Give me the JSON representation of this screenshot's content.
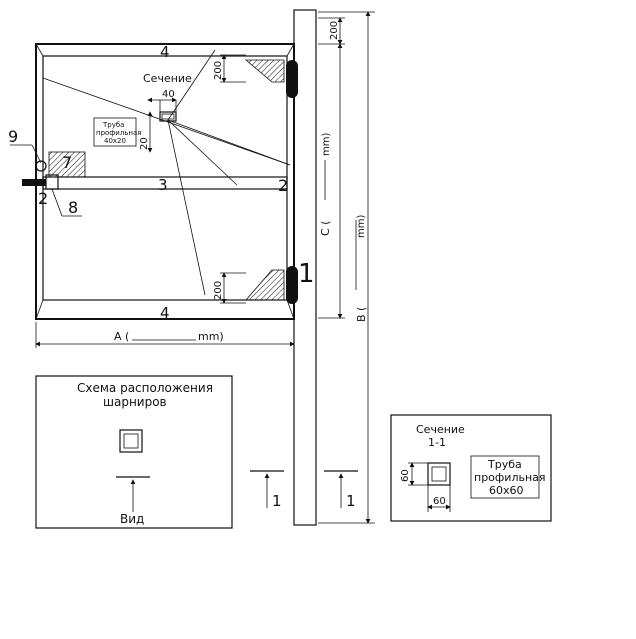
{
  "gate": {
    "top_num": "4",
    "bottom_num": "4",
    "mid_num": "3",
    "right_mid_num": "2",
    "left_mid_num": "2",
    "hinge_num": "1",
    "lock_num_9": "9",
    "lock_num_7": "7",
    "lock_num_8": "8",
    "section_title": "Сечение",
    "section_dim_w": "40",
    "section_dim_h": "20",
    "tube_label_1": "Труба",
    "tube_label_2": "профильная",
    "tube_label_3": "40x20",
    "dim_top_200": "200",
    "dim_bottom_200": "200",
    "dim_A": "A (",
    "dim_A_unit": "mm)"
  },
  "post": {
    "dim_top_200": "200",
    "dim_C": "C (",
    "dim_C_unit": "mm)",
    "dim_B": "B (",
    "dim_B_unit": "mm)"
  },
  "hinge_scheme": {
    "title_1": "Схема расположения",
    "title_2": "шарниров",
    "view_label": "Вид"
  },
  "arrows": {
    "arrow_1_label": "1",
    "arrow_2_label": "1"
  },
  "section_box": {
    "title_1": "Сечение",
    "title_2": "1-1",
    "dim_h": "60",
    "dim_w": "60",
    "tube_1": "Труба",
    "tube_2": "профильная",
    "tube_3": "60x60"
  }
}
